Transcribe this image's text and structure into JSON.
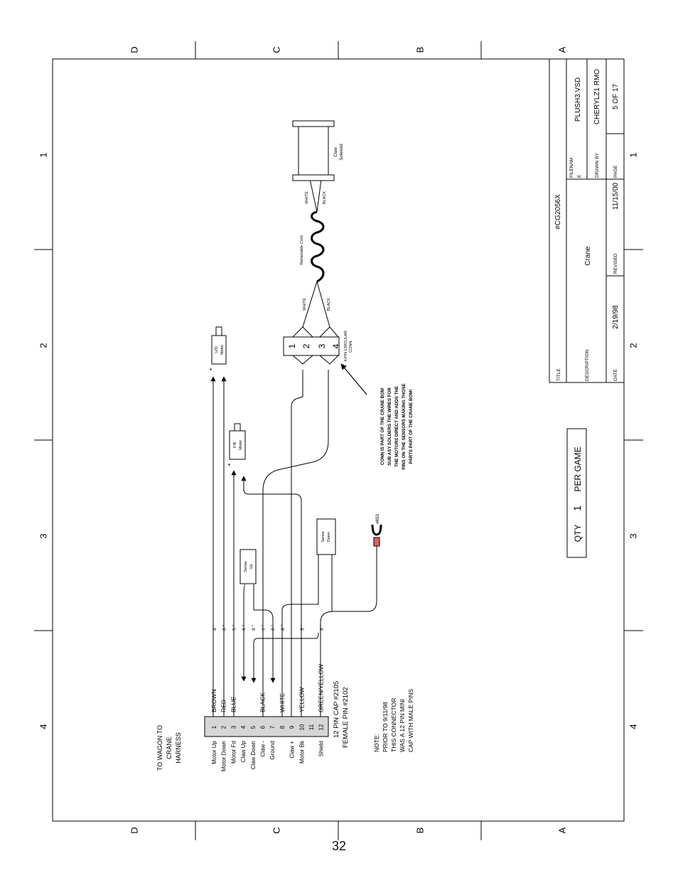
{
  "zones": {
    "rows": [
      "D",
      "C",
      "B",
      "A"
    ],
    "cols": [
      "1",
      "2",
      "3",
      "4"
    ]
  },
  "title_block": {
    "title_label": "TITLE",
    "title": "#CG2056X",
    "description_label": "DESCRIPTION",
    "description": "Crane",
    "date_label": "DATE",
    "date": "2/19/98",
    "revised_label": "REVISED",
    "revised": "11/15/00",
    "filename_label_1": "FILENAM",
    "filename_label_2": "E",
    "filename": "PLUSH3.VSD",
    "drawnby_label": "DRAWN BY",
    "drawnby": "CHERYLZ1 RMO",
    "page_label": "PAGE",
    "page": "5 OF 17"
  },
  "qty": {
    "prefix": "QTY",
    "value": "1",
    "suffix": "PER GAME"
  },
  "harness": {
    "line1": "TO WAGON TO",
    "line2": "CRANE",
    "line3": "HARNESS"
  },
  "connector": {
    "pins": [
      {
        "label": "Motor  Up",
        "num": "1",
        "wire": "BROWN",
        "len": "8 \""
      },
      {
        "label": "Motor Down",
        "num": "2",
        "wire": "RED",
        "len": "8 \""
      },
      {
        "label": "Motor Fd",
        "num": "3",
        "wire": "BLUE",
        "len": "5 \""
      },
      {
        "label": "Claw Up",
        "num": "4",
        "wire": "",
        "len": "6 \""
      },
      {
        "label": "Claw Down",
        "num": "5",
        "wire": "",
        "len": "8 \""
      },
      {
        "label": "Claw -",
        "num": "6",
        "wire": "BLACK",
        "len": "6 \""
      },
      {
        "label": "Ground",
        "num": "7",
        "wire": "",
        "len": "8 \""
      },
      {
        "label": "",
        "num": "8",
        "wire": "WHITE",
        "len": "8 \""
      },
      {
        "label": "Claw +",
        "num": "9",
        "wire": "",
        "len": ""
      },
      {
        "label": "Motor Bk",
        "num": "10",
        "wire": "YELLOW",
        "len": "5 \""
      },
      {
        "label": "",
        "num": "11",
        "wire": "",
        "len": ""
      },
      {
        "label": "Shield",
        "num": "12",
        "wire": "GREEN/YELLOW",
        "len": "8 \""
      }
    ],
    "cap_line1": "12 PIN CAP #2105",
    "cap_line2": "FEMALE PIN #2102"
  },
  "note": {
    "line1": "NOTE:",
    "line2": "PRIOR TO 9/11/98",
    "line3": "THIS CONNECTOR",
    "line4": "WAS A 12 PIN MINI",
    "line5": "CAP WITH MALE PINS"
  },
  "components": {
    "ud_motor_1": "U/D",
    "ud_motor_2": "Motor",
    "fb_motor_1": "F/B",
    "fb_motor_2": "Motor",
    "plus": "+",
    "sense_up_1": "Sense",
    "sense_up_2": "Up",
    "sense_down_1": "Sense",
    "sense_down_2": "Down",
    "lug": "#653",
    "solenoid_1": "Claw",
    "solenoid_2": "Solenoid",
    "cord": "Retractable Cord",
    "white": "WHITE",
    "black": "BLACK",
    "circ_pins": [
      "1",
      "2",
      "3",
      "4"
    ],
    "circ_label_1": "4-PIN CIRCULAR",
    "circ_label_2": "CONN.",
    "conn_note": [
      "CONN IS PART OF THE CRANE BOM",
      "SUB ASY SOLDERS THE WIRES FOR",
      "THE MOTORS DIRECT AND ADDS THE",
      "PINS ON THE SENSORS MAKING THOSE",
      "PARTS PART OF THE CRANE BOM!"
    ]
  },
  "page_number": "32"
}
